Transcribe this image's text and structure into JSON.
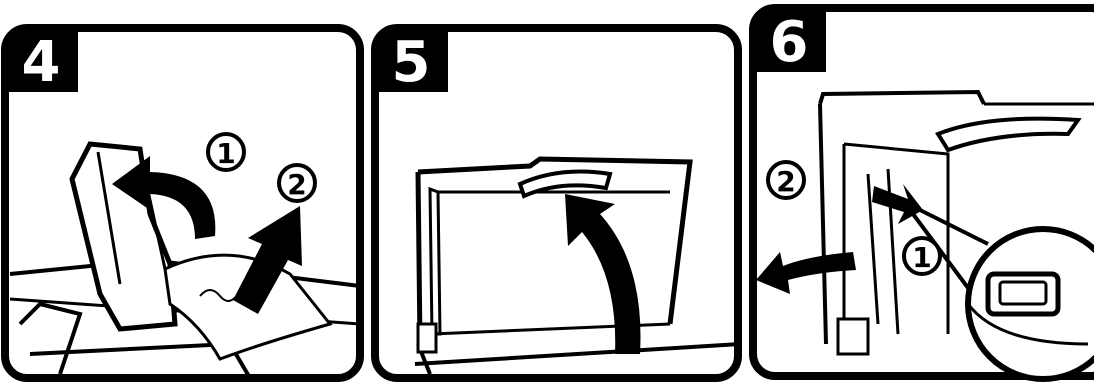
{
  "panels": [
    {
      "step": "4",
      "callouts": [
        "1",
        "2"
      ]
    },
    {
      "step": "5",
      "callouts": []
    },
    {
      "step": "6",
      "callouts": [
        "2",
        "1"
      ]
    }
  ]
}
